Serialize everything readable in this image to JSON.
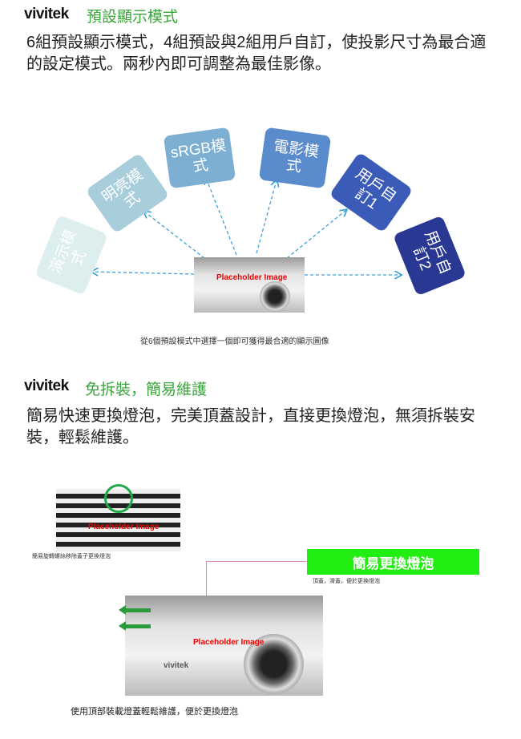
{
  "section1": {
    "logo": "vivitek",
    "title": "預設顯示模式",
    "paragraph": "6組預設顯示模式，4組預設與2組用戶自訂，使投影尺寸為最合適的設定模式。兩秒內即可調整為最佳影像。",
    "modes": [
      {
        "label": "演示模式",
        "color": "#dceeee"
      },
      {
        "label": "明亮模式",
        "color": "#a8cedc"
      },
      {
        "label": "sRGB模式",
        "color": "#7dafd2"
      },
      {
        "label": "電影模式",
        "color": "#5a8bcc"
      },
      {
        "label": "用戶自訂1",
        "color": "#3b5bb9"
      },
      {
        "label": "用戶自訂2",
        "color": "#283893"
      }
    ],
    "placeholder": "Placeholder Image",
    "caption": "從6個預設模式中選擇一個即可獲得最合適的顯示圖像"
  },
  "section2": {
    "logo": "vivitek",
    "title": "免拆裝，簡易維護",
    "paragraph": "簡易快速更換燈泡，完美頂蓋設計，直接更換燈泡，無須拆裝安裝，輕鬆維護。",
    "small_placeholder": "Placeholder Image",
    "small_caption": "簡易旋轉螺絲移除蓋子更換燈泡",
    "banner": "簡易更換燈泡",
    "banner_color": "#22ee11",
    "banner_caption": "頂蓋，滑蓋，便於更換燈泡",
    "big_placeholder": "Placeholder Image",
    "projector_logo": "vivitek",
    "caption": "使用頂部裝載燈蓋輕鬆維護，便於更換燈泡"
  }
}
